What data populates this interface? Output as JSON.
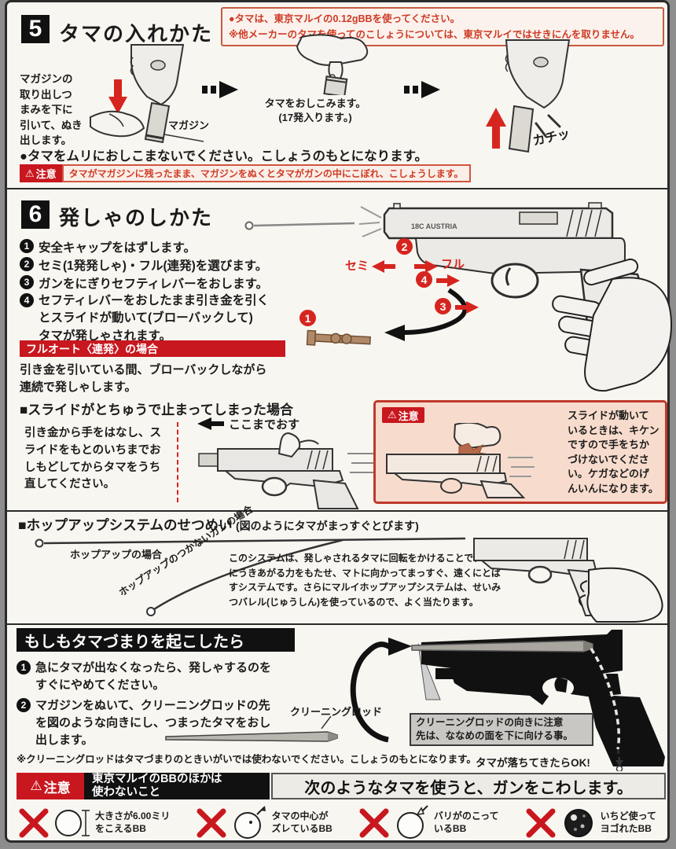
{
  "colors": {
    "accent_red": "#c8171e",
    "marker_red": "#d6251f",
    "caution_pink": "#f7dccd",
    "paper": "#f8f6f1",
    "ink": "#1b1b1b"
  },
  "section5": {
    "num": "5",
    "title": "タマの入れかた",
    "warning_box": {
      "line1": "●タマは、東京マルイの0.12gBBを使ってください。",
      "line2": "※他メーカーのタマを使ってのこしょうについては、東京マルイではせきにんを取りません。"
    },
    "step1_text": "マガジンの\n取り出しつ\nまみを下に\n引いて、ぬき\n出します。",
    "magazine_label": "マガジン",
    "step2_text": "タマをおしこみます。\n(17発入ります。)",
    "click_label": "カチッ",
    "note": "●タマをムリにおしこまないでください。こしょうのもとになります。",
    "caution_label": "注意",
    "caution_text": "タマがマガジンに残ったまま、マガジンをぬくとタマがガンの中にこぼれ、こしょうします。"
  },
  "section6": {
    "num": "6",
    "title": "発しゃのしかた",
    "steps": [
      {
        "n": "1",
        "text": "安全キャップをはずします。"
      },
      {
        "n": "2",
        "text": "セミ(1発発しゃ)・フル(連発)を選びます。"
      },
      {
        "n": "3",
        "text": "ガンをにぎりセフティレバーをおします。"
      },
      {
        "n": "4",
        "text": "セフティレバーをおしたまま引き金を引く\nとスライドが動いて(ブローバックして)\nタマが発しゃされます。"
      }
    ],
    "semi_label": "セミ",
    "full_label": "フル",
    "slide_markings": "18C  AUSTRIA",
    "markers": [
      {
        "n": "2"
      },
      {
        "n": "4"
      },
      {
        "n": "3"
      },
      {
        "n": "1"
      }
    ],
    "fullauto_header": "フルオート〈連発〉の場合",
    "fullauto_text": "引き金を引いている間、ブローバックしながら\n連続で発しゃします。",
    "slide_stop": {
      "header": "■スライドがとちゅうで止まってしまった場合",
      "text": "引き金から手をはなし、ス\nライドをもとのいちまでお\nしもどしてからタマをうち\n直してください。",
      "push_label": "ここまでおす",
      "caution_label": "注意",
      "caution_text": "スライドが動いて\nいるときは、キケン\nですので手をちか\nづけないでくださ\nい。ケガなどのげ\nんいんになります。"
    },
    "hopup": {
      "header": "■ホップアップシステムのせつめい",
      "header_sub": "(図のようにタマがまっすぐとびます)",
      "straight_label": "ホップアップの場合",
      "curve_label": "ホップアップのつかないガンの場合",
      "text": "このシステムは、発しゃされるタマに回転をかけることで、タマ\nにうきあがる力をもたせ、マトに向かってまっすぐ、遠くにとば\nすシステムです。さらにマルイホップアップシステムは、せいみ\nつバレル(じゅうしん)を使っているので、よく当たります。"
    }
  },
  "jam": {
    "header": "もしもタマづまりを起こしたら",
    "steps": [
      {
        "n": "1",
        "text": "急にタマが出なくなったら、発しゃするのを\nすぐにやめてください。"
      },
      {
        "n": "2",
        "text": "マガジンをぬいて、クリーニングロッドの先\nを図のような向きにし、つまったタマをおし\n出します。"
      }
    ],
    "rod_label": "クリーニングロッド",
    "rod_note": "クリーニングロッドの向きに注意\n先は、ななめの面を下に向ける事。",
    "ok_label": "タマが落ちてきたらOK!",
    "footnote": "※クリーニングロッドはタマづまりのときいがいでは使わないでください。こしょうのもとになります。"
  },
  "bottom": {
    "caution_label": "注意",
    "black_text": "東京マルイのBBのほかは\n使わないこと",
    "gray_text": "次のようなタマを使うと、ガンをこわします。",
    "items": [
      {
        "label": "大きさが6.00ミリ\nをこえるBB"
      },
      {
        "label": "タマの中心が\nズレているBB"
      },
      {
        "label": "バリがのこって\nいるBB"
      },
      {
        "label": "いちど使って\nヨゴれたBB"
      }
    ]
  }
}
